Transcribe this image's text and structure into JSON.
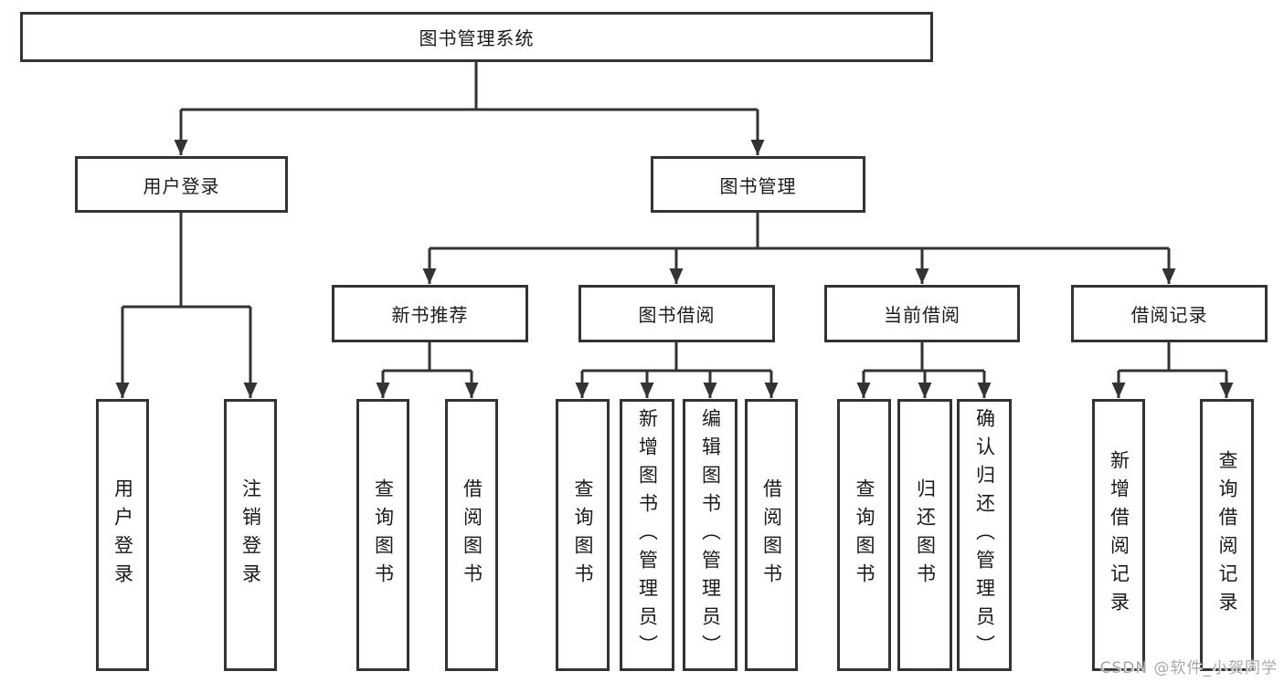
{
  "colors": {
    "line": "#333333",
    "text": "#1a1a1a",
    "bg": "#ffffff",
    "watermark": "#a8a8a8"
  },
  "watermark": "CSDN @软件_小贺同学",
  "tree": {
    "label": "图书管理系统",
    "children": [
      {
        "label": "用户登录",
        "children": [
          {
            "label": "用户登录"
          },
          {
            "label": "注销登录"
          }
        ]
      },
      {
        "label": "图书管理",
        "children": [
          {
            "label": "新书推荐",
            "children": [
              {
                "label": "查询图书"
              },
              {
                "label": "借阅图书"
              }
            ]
          },
          {
            "label": "图书借阅",
            "children": [
              {
                "label": "查询图书"
              },
              {
                "label": "新增图书（管理员）"
              },
              {
                "label": "编辑图书（管理员）"
              },
              {
                "label": "借阅图书"
              }
            ]
          },
          {
            "label": "当前借阅",
            "children": [
              {
                "label": "查询图书"
              },
              {
                "label": "归还图书"
              },
              {
                "label": "确认归还（管理员）"
              }
            ]
          },
          {
            "label": "借阅记录",
            "children": [
              {
                "label": "新增借阅记录"
              },
              {
                "label": "查询借阅记录"
              }
            ]
          }
        ]
      }
    ]
  }
}
